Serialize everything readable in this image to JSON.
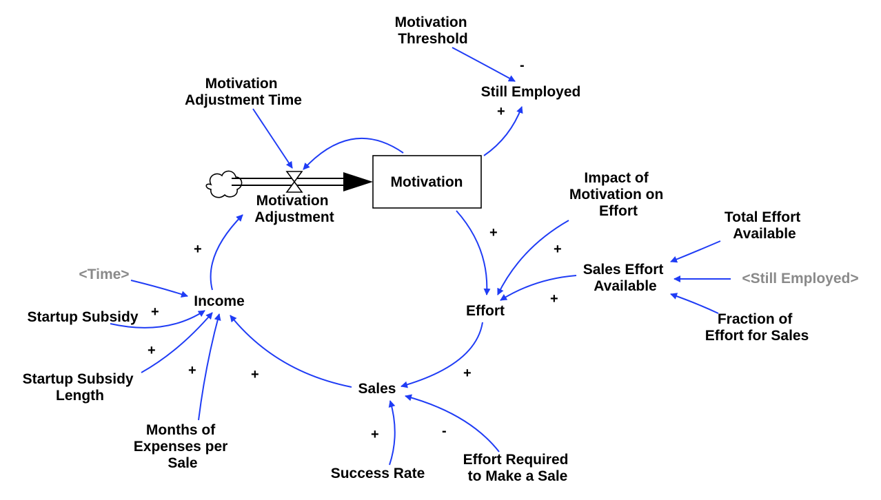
{
  "colors": {
    "link": "#1f3cf5",
    "shadow_variable": "#8a8a8a",
    "text": "#000000",
    "background": "#ffffff"
  },
  "stock": {
    "label": "Motivation"
  },
  "flow": {
    "label": [
      "Motivation",
      "Adjustment"
    ]
  },
  "variables": {
    "motivation_threshold": [
      "Motivation",
      "Threshold"
    ],
    "still_employed": [
      "Still Employed"
    ],
    "motivation_adjustment_time": [
      "Motivation",
      "Adjustment Time"
    ],
    "impact_of_motivation": [
      "Impact of",
      "Motivation on",
      "Effort"
    ],
    "total_effort_available": [
      "Total Effort",
      "Available"
    ],
    "sales_effort_available": [
      "Sales Effort",
      "Available"
    ],
    "fraction_of_effort": [
      "Fraction of",
      "Effort for Sales"
    ],
    "effort": [
      "Effort"
    ],
    "income": [
      "Income"
    ],
    "startup_subsidy": [
      "Startup Subsidy"
    ],
    "startup_subsidy_length": [
      "Startup Subsidy",
      "Length"
    ],
    "months_of_expenses": [
      "Months of",
      "Expenses per",
      "Sale"
    ],
    "sales": [
      "Sales"
    ],
    "success_rate": [
      "Success Rate"
    ],
    "effort_required": [
      "Effort Required",
      "to Make a Sale"
    ]
  },
  "shadow_variables": {
    "time": "<Time>",
    "still_employed": "<Still Employed>"
  },
  "polarities": {
    "threshold_to_still_employed": "-",
    "motivation_to_still_employed": "+",
    "income_to_adjustment": "+",
    "motivation_to_effort": "+",
    "impact_to_effort": "+",
    "sales_effort_to_effort": "+",
    "startup_subsidy_to_income": "+",
    "subsidy_length_to_income": "+",
    "months_to_income": "+",
    "sales_to_income": "+",
    "effort_to_sales": "+",
    "success_rate_to_sales": "+",
    "effort_required_to_sales": "-"
  }
}
